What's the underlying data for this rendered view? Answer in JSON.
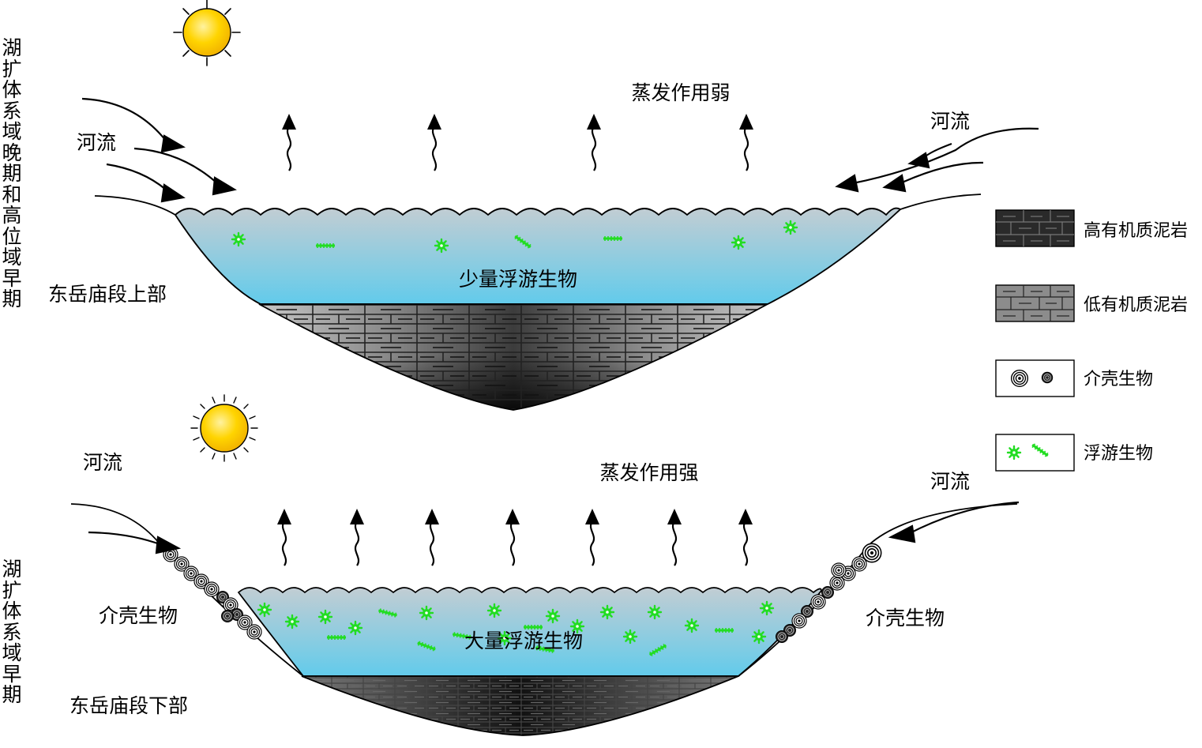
{
  "diagram": {
    "upper": {
      "side_label": "湖扩体系域晚期和高位域早期",
      "unit_label": "东岳庙段上部",
      "evaporation_label": "蒸发作用弱",
      "river_left_label": "河流",
      "river_right_label": "河流",
      "plankton_label": "少量浮游生物"
    },
    "lower": {
      "side_label": "湖扩体系域早期",
      "unit_label": "东岳庙段下部",
      "evaporation_label": "蒸发作用强",
      "river_left_label": "河流",
      "river_right_label": "河流",
      "plankton_label": "大量浮游生物",
      "shell_left_label": "介壳生物",
      "shell_right_label": "介壳生物"
    }
  },
  "legend": {
    "items": [
      {
        "id": "high-toc-mudstone",
        "label": "高有机质泥岩"
      },
      {
        "id": "low-toc-mudstone",
        "label": "低有机质泥岩"
      },
      {
        "id": "shells",
        "label": "介壳生物"
      },
      {
        "id": "plankton",
        "label": "浮游生物"
      }
    ]
  },
  "colors": {
    "water_top": "#c2cdd3",
    "water_bottom": "#62cbeb",
    "plankton": "#22dd22",
    "sun_fill": "#ffd000",
    "sun_edge": "#f0b000",
    "mud_dark": "#1a1a1a",
    "mud_light": "#c4c4c4"
  }
}
